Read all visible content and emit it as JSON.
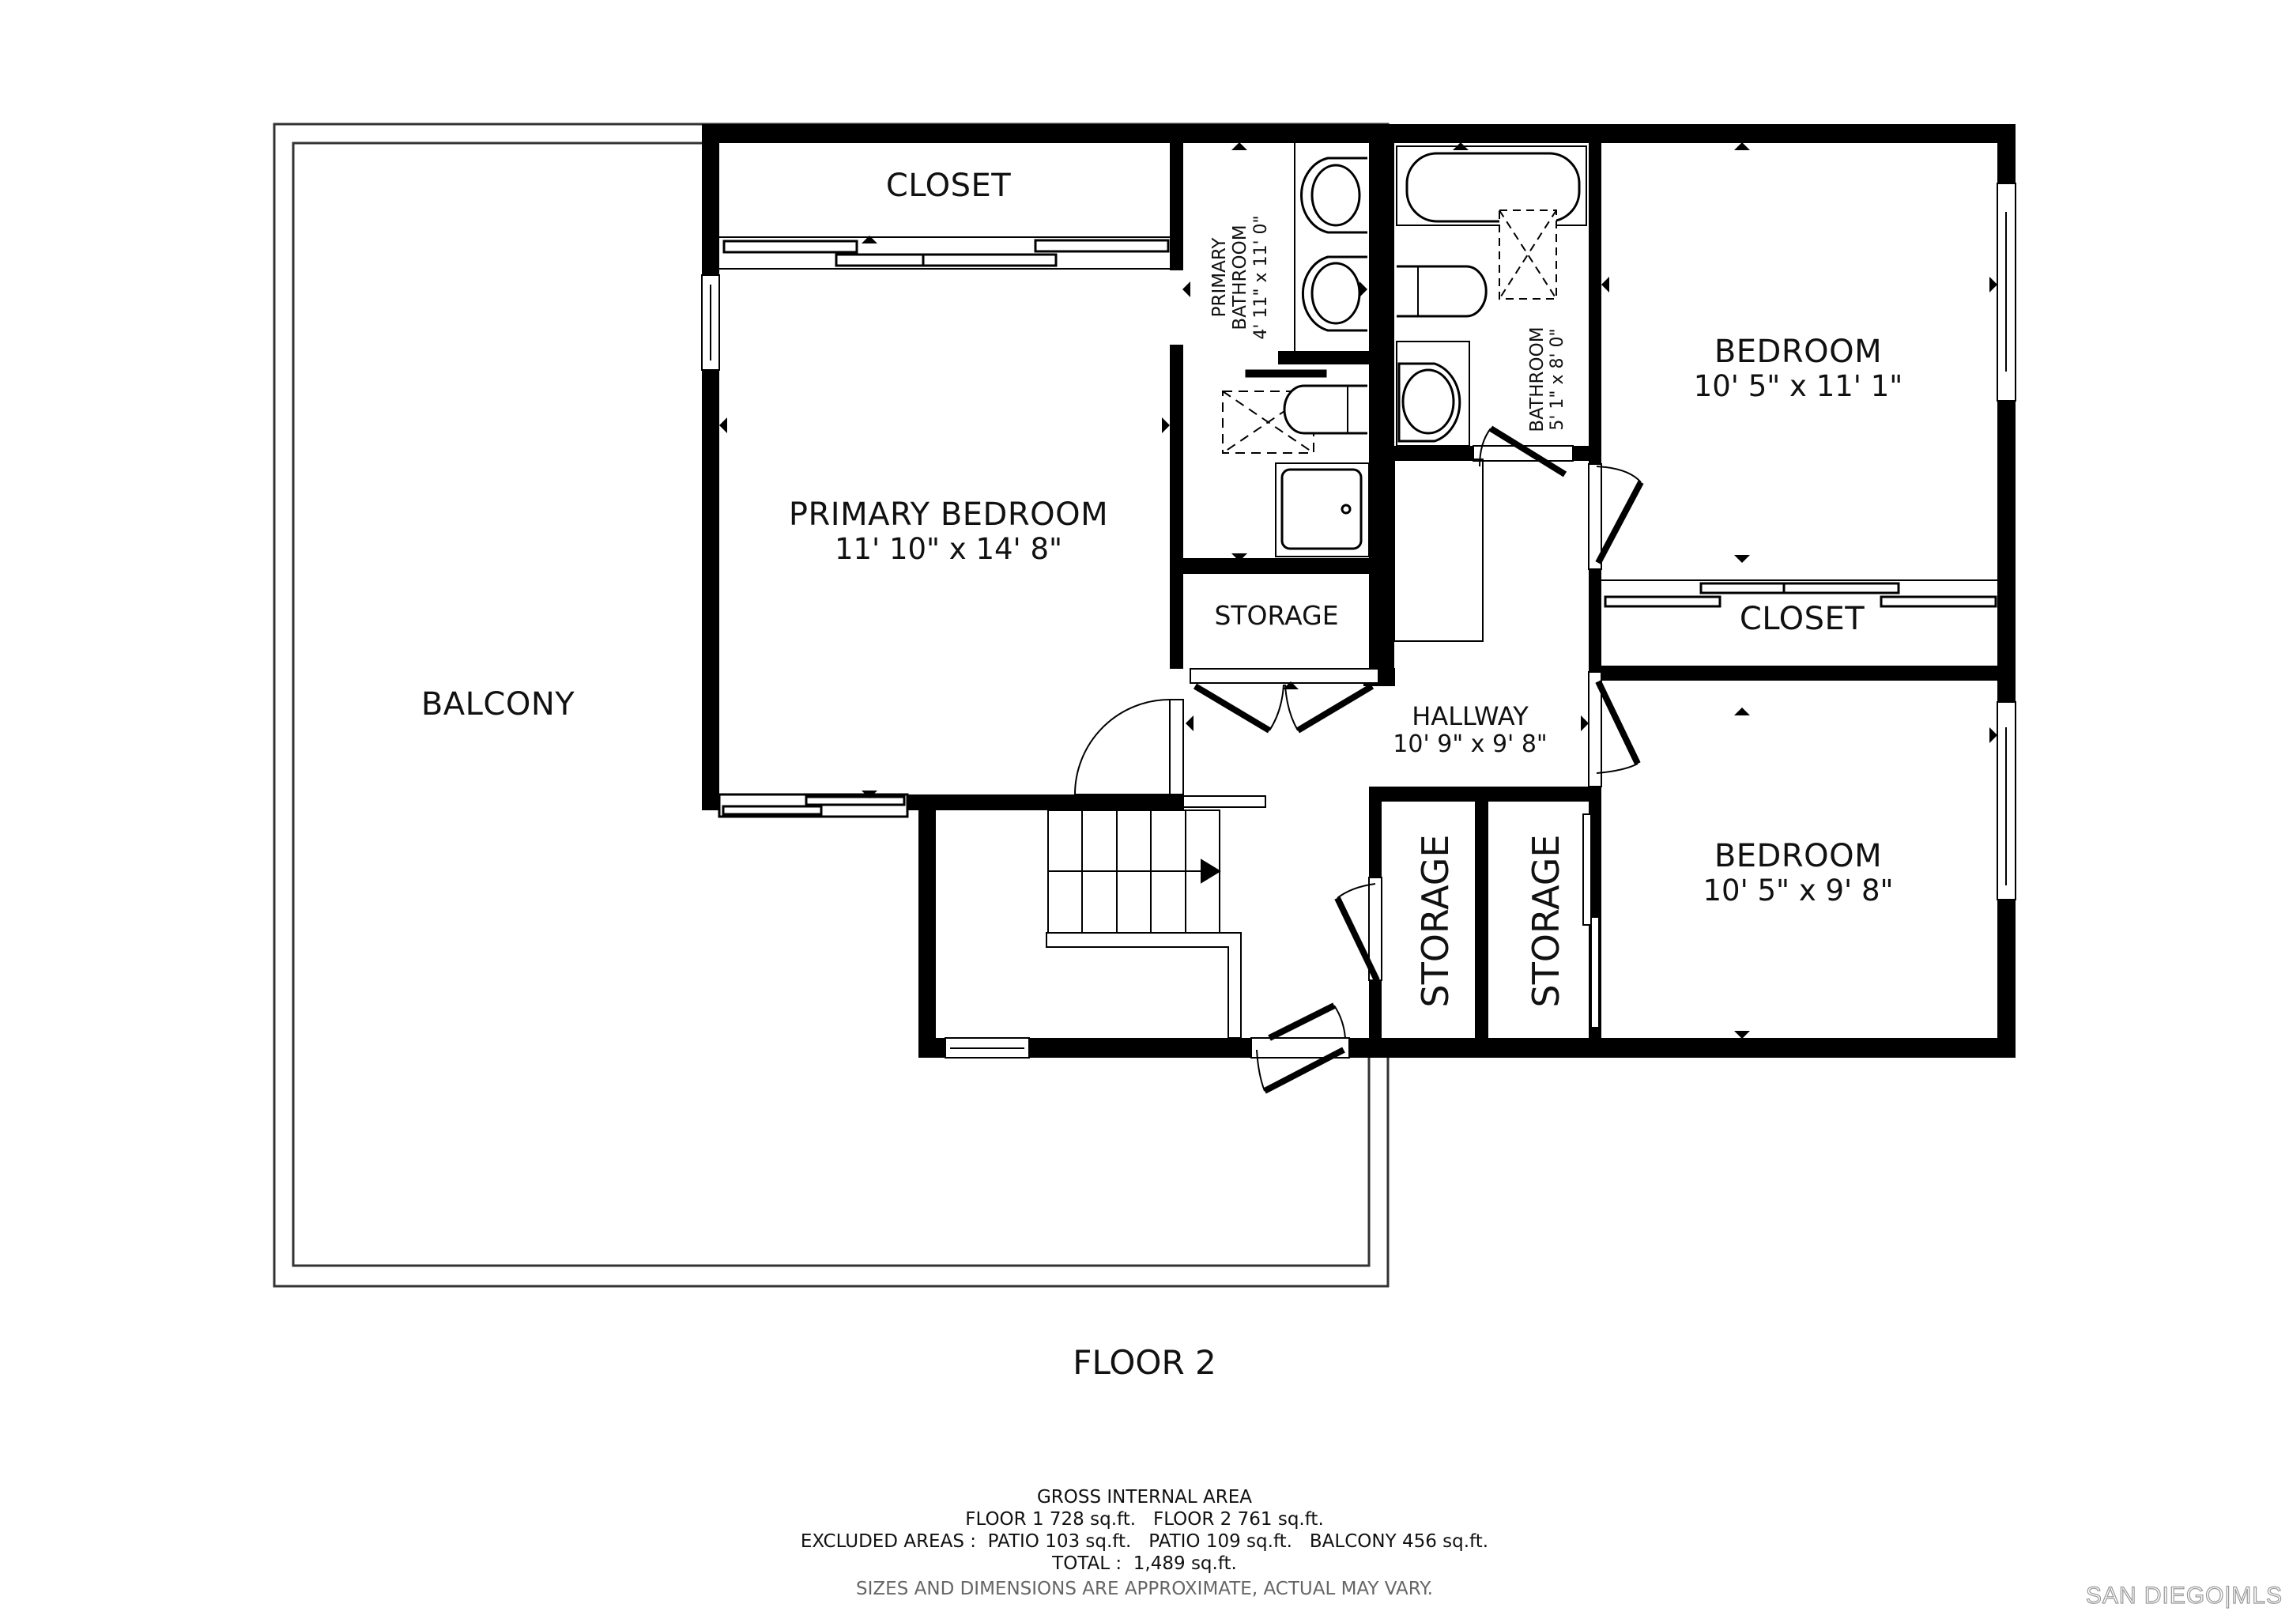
{
  "plan": {
    "floor_title": "FLOOR 2",
    "rooms": {
      "balcony": {
        "name": "BALCONY"
      },
      "primary_bedroom": {
        "name": "PRIMARY BEDROOM",
        "dim": "11' 10\" x 14' 8\""
      },
      "primary_closet": {
        "name": "CLOSET"
      },
      "primary_bathroom": {
        "name_line1": "PRIMARY",
        "name_line2": "BATHROOM",
        "dim": "4' 11\" x 11' 0\""
      },
      "bathroom": {
        "name": "BATHROOM",
        "dim": "5' 1\" x 8' 0\""
      },
      "bedroom_1": {
        "name": "BEDROOM",
        "dim": "10' 5\" x 11' 1\""
      },
      "bedroom_1_closet": {
        "name": "CLOSET"
      },
      "storage_hall": {
        "name": "STORAGE"
      },
      "hallway": {
        "name": "HALLWAY",
        "dim": "10' 9\" x 9' 8\""
      },
      "storage_1": {
        "name": "STORAGE"
      },
      "storage_2": {
        "name": "STORAGE"
      },
      "bedroom_2": {
        "name": "BEDROOM",
        "dim": "10' 5\" x 9' 8\""
      }
    }
  },
  "summary": {
    "heading": "GROSS INTERNAL AREA",
    "floors_line": "FLOOR 1 728 sq.ft.   FLOOR 2 761 sq.ft.",
    "excluded_line": "EXCLUDED AREAS :  PATIO 103 sq.ft.   PATIO 109 sq.ft.   BALCONY 456 sq.ft.",
    "total_line": "TOTAL :  1,489 sq.ft.",
    "disclaimer": "SIZES AND DIMENSIONS ARE APPROXIMATE, ACTUAL MAY VARY."
  },
  "watermark": {
    "text": "SAN DIEGO|MLS"
  },
  "colors": {
    "wall": "#000000",
    "line": "#000000",
    "background": "#ffffff",
    "disclaimer": "#666666",
    "watermark": "#999999"
  }
}
